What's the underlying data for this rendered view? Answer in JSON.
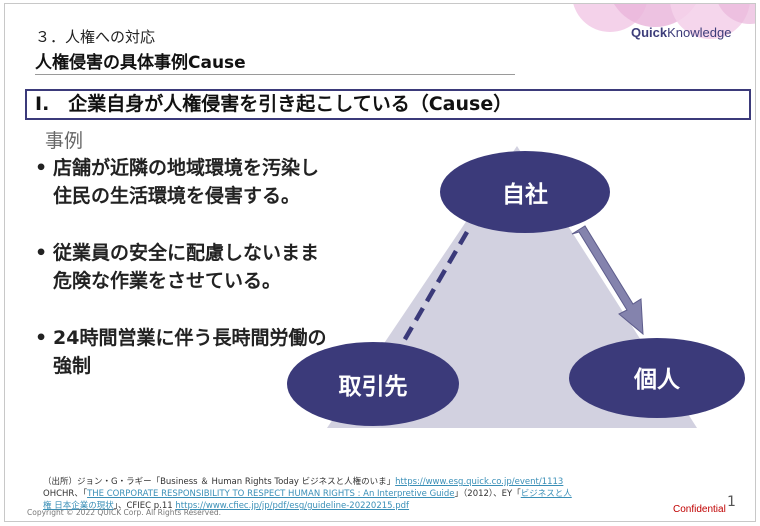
{
  "colors": {
    "accent": "#3b3a7a",
    "node_fill": "#3b3a7a",
    "triangle_fill": "#d2d1e0",
    "arrow": "#7d7ca6",
    "dashed": "#3b3a7a",
    "deco_pink": "#f4d2ea",
    "deco_pink_dark": "#eab7dc",
    "confidential": "#c00000"
  },
  "logo": {
    "brand": "Quick",
    "suffix": "Knowledge"
  },
  "header": {
    "section": "３．人権への対応",
    "title": "人権侵害の具体事例Cause"
  },
  "banner": {
    "text": "I.　企業自身が人権侵害を引き起こしている（Cause）"
  },
  "examples": {
    "label": "事例",
    "items": [
      {
        "bullet": "•",
        "line1": "店舗が近隣の地域環境を汚染し",
        "line2": "住民の生活環境を侵害する。"
      },
      {
        "bullet": "•",
        "line1": "従業員の安全に配慮しないまま",
        "line2": "危険な作業をさせている。"
      },
      {
        "bullet": "•",
        "line1": "24時間営業に伴う長時間労働の",
        "line2": "強制"
      }
    ]
  },
  "diagram": {
    "nodes": {
      "company": "自社",
      "partner": "取引先",
      "individual": "個人"
    }
  },
  "footer": {
    "line1_prefix": "（出所）ジョン・G・ラギー「Business ＆ Human Rights Today ビジネスと人権のいま」",
    "line1_link": "https://www.esg.quick.co.jp/event/1113",
    "line2_prefix": "OHCHR、「",
    "line2_link1": "THE CORPORATE RESPONSIBILITY TO RESPECT HUMAN RIGHTS : An Interpretive Guide",
    "line2_mid": "」（2012）、EY「",
    "line2_link2": "ビジネスと人",
    "line3_link": "権 日本企業の現状",
    "line3_mid": "」、CFIEC p.11 ",
    "line3_link2": "https://www.cfiec.jp/jp/pdf/esg/guideline-20220215.pdf",
    "copyright": "Copyright © 2022 QUICK Corp. All Rights Reserved.",
    "confidential": "Confidential",
    "page_number": "1"
  }
}
